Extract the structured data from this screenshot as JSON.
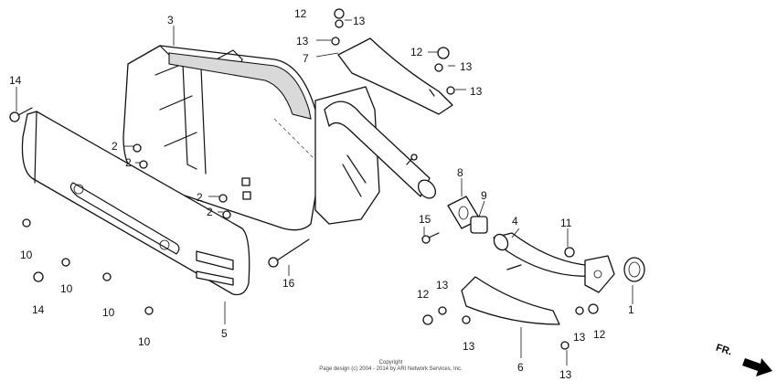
{
  "callouts": {
    "c1": "1",
    "c2a": "2",
    "c2b": "2",
    "c2c": "2",
    "c2d": "2",
    "c3": "3",
    "c4": "4",
    "c5": "5",
    "c6": "6",
    "c7": "7",
    "c8": "8",
    "c9": "9",
    "c10a": "10",
    "c10b": "10",
    "c10c": "10",
    "c10d": "10",
    "c11": "11",
    "c12a": "12",
    "c12b": "12",
    "c12c": "12",
    "c12d": "12",
    "c13a": "13",
    "c13b": "13",
    "c13c": "13",
    "c13d": "13",
    "c13e": "13",
    "c13f": "13",
    "c13g": "13",
    "c13h": "13",
    "c14a": "14",
    "c14b": "14",
    "c15": "15",
    "c16": "16"
  },
  "copyright": {
    "line1": "Copyright",
    "line2": "Page design (c) 2004 - 2014 by ARI Network Services, Inc."
  },
  "direction_label": "FR."
}
